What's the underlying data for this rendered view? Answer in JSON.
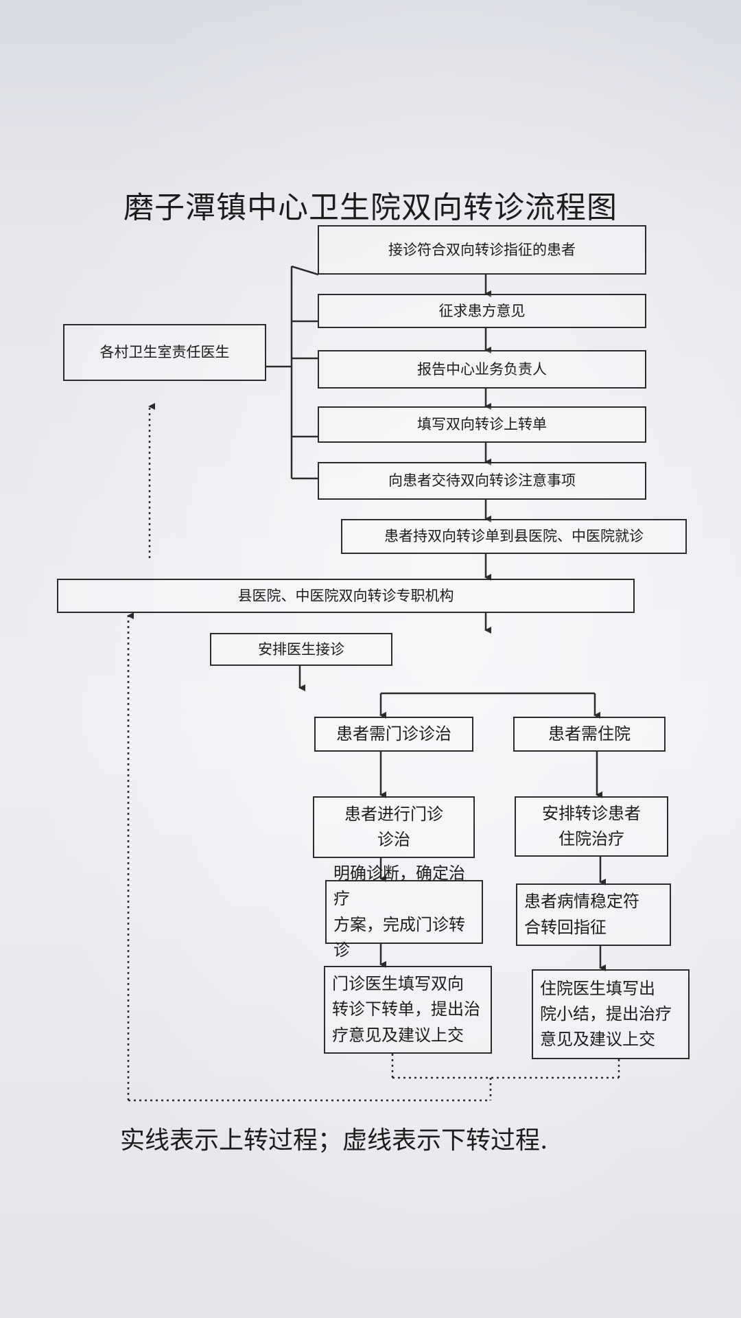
{
  "title": "磨子潭镇中心卫生院双向转诊流程图",
  "boxes": {
    "receive": "接诊符合双向转诊指征的患者",
    "consult": "征求患方意见",
    "report": "报告中心业务负责人",
    "fill_up": "填写双向转诊上转单",
    "inform": "向患者交待双向转诊注意事项",
    "go_hospital": "患者持双向转诊单到县医院、中医院就诊",
    "village_doctor": "各村卫生室责任医生",
    "county_office": "县医院、中医院双向转诊专职机构",
    "arrange": "安排医生接诊",
    "need_outpatient": "患者需门诊诊治",
    "need_inpatient": "患者需住院",
    "do_outpatient": "患者进行门诊\n诊治",
    "arrange_inpatient": "安排转诊患者\n住院治疗",
    "diagnosis": "明确诊断，确定治疗\n方案，完成门诊转诊",
    "stable": "患者病情稳定符\n合转回指征",
    "outpatient_down": "门诊医生填写双向\n转诊下转单，提出治\n疗意见及建议上交",
    "inpatient_down": "住院医生填写出\n院小结，提出治疗\n意见及建议上交"
  },
  "footnote": "实线表示上转过程；虚线表示下转过程.",
  "colors": {
    "line": "#2b2b2b",
    "paper": "#e6e7ec"
  }
}
